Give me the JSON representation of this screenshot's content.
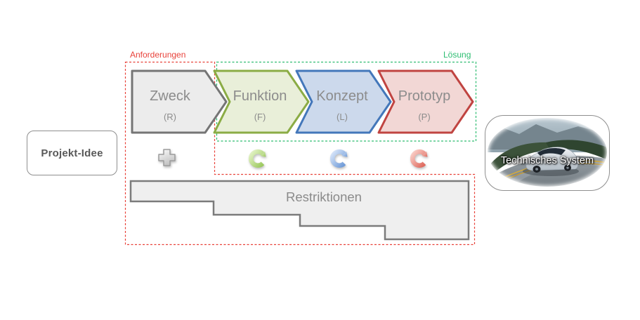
{
  "regions": {
    "anforderungen": {
      "label": "Anforderungen",
      "color": "#e8423a"
    },
    "loesung": {
      "label": "Lösung",
      "color": "#2dbd71"
    }
  },
  "project_idea": {
    "label": "Projekt-Idee"
  },
  "steps": [
    {
      "label": "Zweck",
      "abbr": "(R)",
      "fill": "#ececec",
      "stroke": "#757575"
    },
    {
      "label": "Funktion",
      "abbr": "(F)",
      "fill": "#e9efd9",
      "stroke": "#8bac45"
    },
    {
      "label": "Konzept",
      "abbr": "(L)",
      "fill": "#ccd9ec",
      "stroke": "#4377ba"
    },
    {
      "label": "Prototyp",
      "abbr": "(P)",
      "fill": "#f2d7d5",
      "stroke": "#c04441"
    }
  ],
  "operators": {
    "plus_icon": {
      "name": "plus-icon",
      "color": "#d9d9d9"
    },
    "cycle_icons": [
      {
        "name": "iteration-cycle-funktion-icon",
        "color": "#a9d168"
      },
      {
        "name": "iteration-cycle-konzept-icon",
        "color": "#7fa8dd"
      },
      {
        "name": "iteration-cycle-prototyp-icon",
        "color": "#e4786c"
      }
    ]
  },
  "restrictions": {
    "label": "Restriktionen"
  },
  "technical_system": {
    "label": "Technisches System"
  }
}
